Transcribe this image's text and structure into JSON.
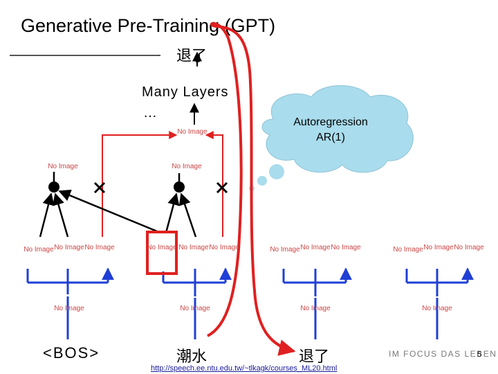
{
  "slide": {
    "title": "Generative Pre-Training (GPT)",
    "word_top": "退了",
    "many_layers": "Many Layers",
    "ellipsis": "…",
    "bubble_line1": "Autoregression",
    "bubble_line2": "AR(1)",
    "token_bos": "<BOS>",
    "token_chao": "潮水",
    "token_tui": "退了",
    "url": "http://speech.ee.ntu.edu.tw/~tlkagk/courses_ML20.html",
    "brand": "IM FOCUS DAS LEBEN",
    "slide_number": "5",
    "no_image": "No Image"
  },
  "colors": {
    "arrow_black": "#000000",
    "arrow_red": "#e02020",
    "arrow_blue": "#1f3fd6",
    "bubble_fill": "#a9dcec",
    "highlight_box": "#e02020"
  }
}
